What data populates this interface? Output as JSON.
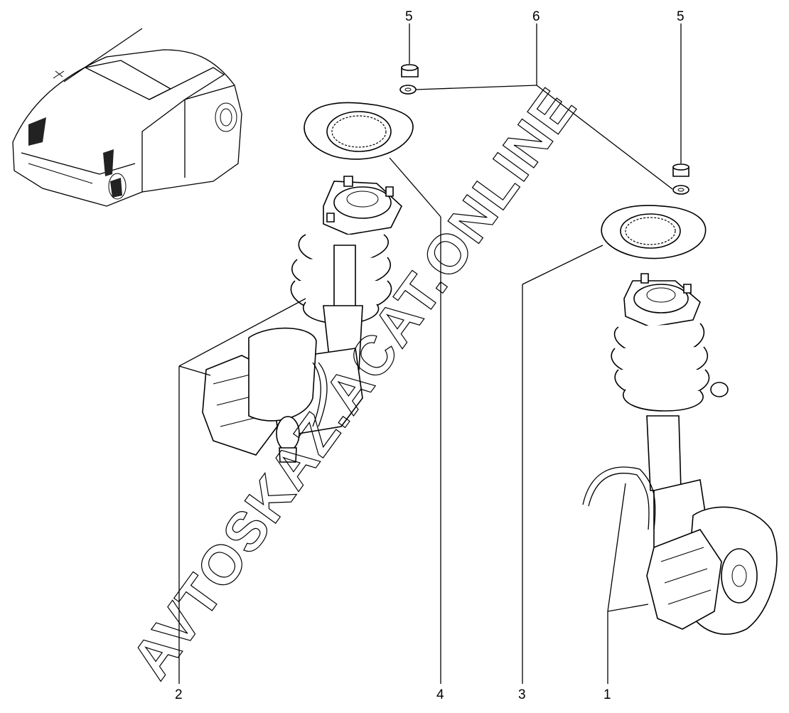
{
  "watermark": "AVTOSKAZ.ACAT.ONLINE",
  "callouts": {
    "c1": "1",
    "c2": "2",
    "c3": "3",
    "c4": "4",
    "c5a": "5",
    "c5b": "5",
    "c6": "6"
  },
  "colors": {
    "line": "#000000",
    "background": "#ffffff"
  }
}
